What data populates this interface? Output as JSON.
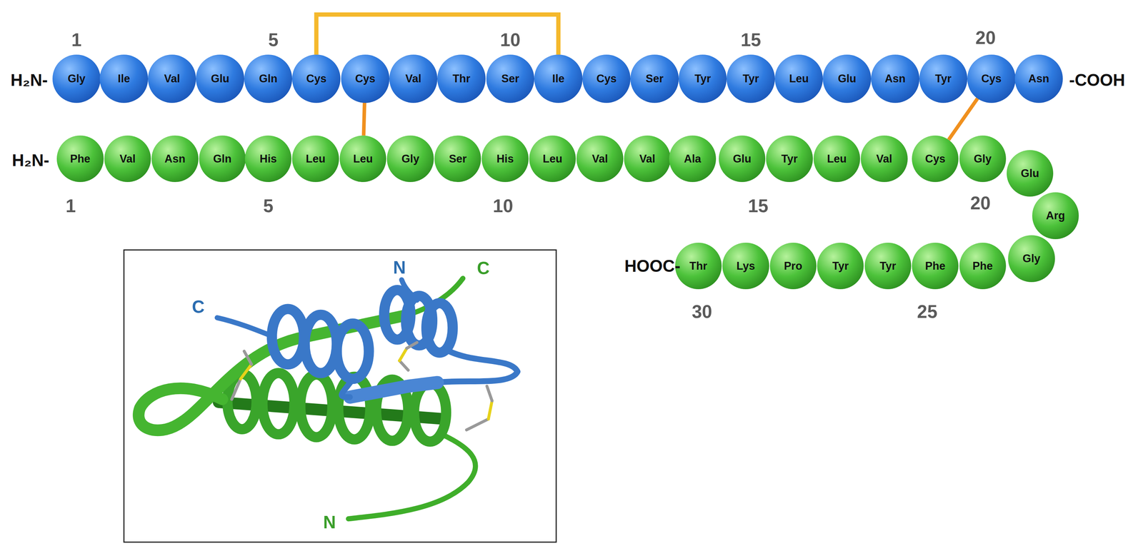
{
  "diagram": {
    "nodes": [
      {
        "text": [
          "Gly"
        ]
      },
      {
        "text": [
          "Ile"
        ]
      },
      {
        "text": [
          "Val"
        ]
      },
      {
        "text": [
          "Glu"
        ]
      },
      {
        "text": [
          "Gln"
        ]
      },
      {
        "text": [
          "Cys"
        ]
      },
      {
        "text": [
          "Cys"
        ]
      },
      {
        "text": [
          "Val"
        ]
      },
      {
        "text": [
          "Thr"
        ]
      },
      {
        "text": [
          "Ser"
        ]
      },
      {
        "text": [
          "Ile"
        ]
      },
      {
        "text": [
          "Cys"
        ]
      },
      {
        "text": [
          "Ser"
        ]
      },
      {
        "text": [
          "Tyr"
        ]
      },
      {
        "text": [
          "Tyr"
        ]
      },
      {
        "text": [
          "Leu"
        ]
      },
      {
        "text": [
          "Glu"
        ]
      },
      {
        "text": [
          "Asn"
        ]
      },
      {
        "text": [
          "Tyr"
        ]
      },
      {
        "text": [
          "Cys"
        ]
      },
      {
        "text": [
          "Asn"
        ]
      },
      {
        "text": [
          "Phe"
        ]
      },
      {
        "text": [
          "Val"
        ]
      },
      {
        "text": [
          "Asn"
        ]
      },
      {
        "text": [
          "Gln"
        ]
      },
      {
        "text": [
          "His"
        ]
      },
      {
        "text": [
          "Leu"
        ]
      },
      {
        "text": [
          "Leu"
        ]
      },
      {
        "text": [
          "Gly"
        ]
      },
      {
        "text": [
          "Ser"
        ]
      },
      {
        "text": [
          "His"
        ]
      },
      {
        "text": [
          "Leu"
        ]
      },
      {
        "text": [
          "Val"
        ]
      },
      {
        "text": [
          "Val"
        ]
      },
      {
        "text": [
          "Ala"
        ]
      },
      {
        "text": [
          "Glu"
        ]
      },
      {
        "text": [
          "Tyr"
        ]
      },
      {
        "text": [
          "Leu"
        ]
      },
      {
        "text": [
          "Val"
        ]
      },
      {
        "text": [
          "Cys"
        ]
      },
      {
        "text": [
          "Gly"
        ]
      },
      {
        "text": [
          "Glu"
        ]
      },
      {
        "text": [
          "Arg"
        ]
      },
      {
        "text": [
          "Gly"
        ]
      },
      {
        "text": [
          "Phe"
        ]
      },
      {
        "text": [
          "Phe"
        ]
      },
      {
        "text": [
          "Tyr"
        ]
      },
      {
        "text": [
          "Tyr"
        ]
      },
      {
        "text": [
          "Pro"
        ]
      },
      {
        "text": [
          "Lys"
        ]
      },
      {
        "text": [
          "Thr"
        ]
      }
    ],
    "edges": [
      {
        "from": 5,
        "to": 10,
        "arrow": "none"
      },
      {
        "from": 6,
        "to": 27,
        "arrow": "none"
      },
      {
        "from": 19,
        "to": 39,
        "arrow": "none"
      }
    ],
    "labels": [
      "H₂N-",
      "1",
      "5",
      "10",
      "15",
      "20",
      "-COOH",
      "H₂N-",
      "1",
      "5",
      "10",
      "15",
      "20",
      "HOOC-",
      "30",
      "25",
      "N",
      "C",
      "C",
      "N"
    ]
  }
}
